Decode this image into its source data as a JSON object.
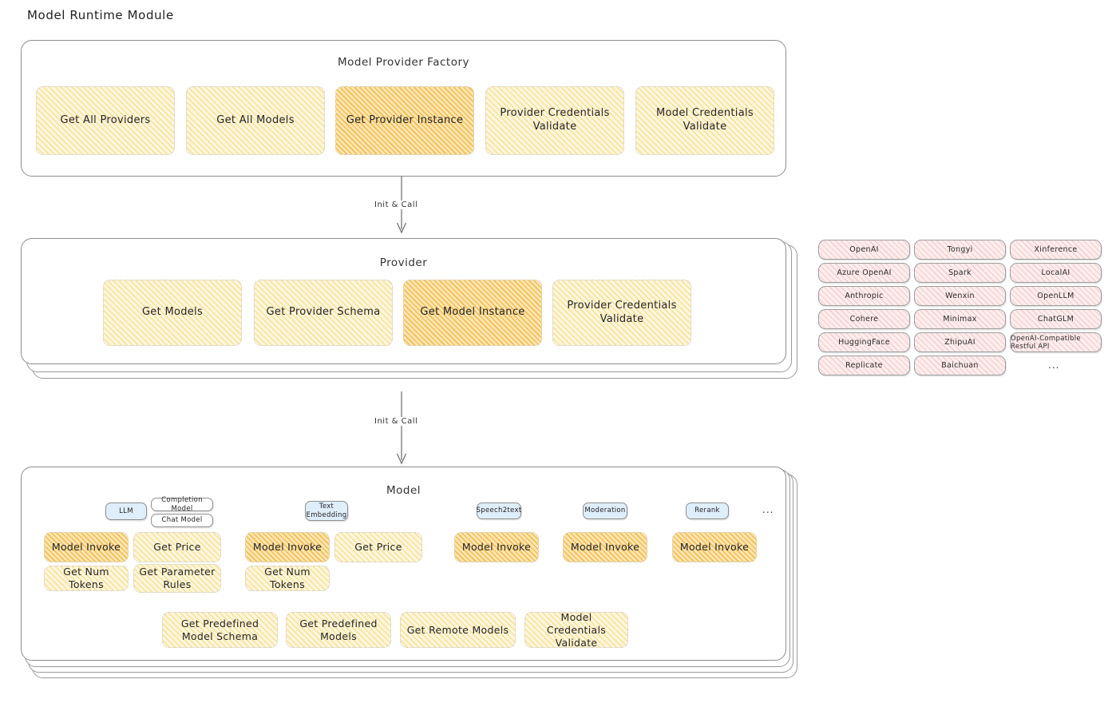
{
  "page": {
    "title": "Model Runtime Module"
  },
  "factory": {
    "title": "Model Provider Factory",
    "items": [
      {
        "label": "Get All Providers",
        "highlighted": false
      },
      {
        "label": "Get All Models",
        "highlighted": false
      },
      {
        "label": "Get Provider Instance",
        "highlighted": true
      },
      {
        "label": "Provider Credentials Validate",
        "highlighted": false
      },
      {
        "label": "Model Credentials Validate",
        "highlighted": false
      }
    ]
  },
  "arrow1": {
    "label": "Init & Call"
  },
  "provider": {
    "title": "Provider",
    "items": [
      {
        "label": "Get Models",
        "highlighted": false
      },
      {
        "label": "Get Provider Schema",
        "highlighted": false
      },
      {
        "label": "Get Model Instance",
        "highlighted": true
      },
      {
        "label": "Provider Credentials Validate",
        "highlighted": false
      }
    ]
  },
  "arrow2": {
    "label": "Init & Call"
  },
  "provider_list": {
    "column1": [
      "OpenAI",
      "Azure OpenAI",
      "Anthropic",
      "Cohere",
      "HuggingFace",
      "Replicate"
    ],
    "column2": [
      "Tongyi",
      "Spark",
      "Wenxin",
      "Minimax",
      "ZhipuAI",
      "Baichuan"
    ],
    "column3": [
      "Xinference",
      "LocalAI",
      "OpenLLM",
      "ChatGLM",
      "OpenAI-Compatible Restful API"
    ],
    "more": "..."
  },
  "model": {
    "title": "Model",
    "more": "...",
    "types": [
      {
        "badge": "LLM",
        "sub_badges": [
          "Completion Model",
          "Chat Model"
        ],
        "actions": [
          {
            "label": "Model Invoke",
            "highlighted": true
          },
          {
            "label": "Get Price",
            "highlighted": false
          },
          {
            "label": "Get Num Tokens",
            "highlighted": false
          },
          {
            "label": "Get Parameter Rules",
            "highlighted": false
          }
        ]
      },
      {
        "badge": "Text Embedding",
        "sub_badges": [],
        "actions": [
          {
            "label": "Model Invoke",
            "highlighted": true
          },
          {
            "label": "Get Price",
            "highlighted": false
          },
          {
            "label": "Get Num Tokens",
            "highlighted": false
          }
        ]
      },
      {
        "badge": "Speech2text",
        "sub_badges": [],
        "actions": [
          {
            "label": "Model Invoke",
            "highlighted": true
          }
        ]
      },
      {
        "badge": "Moderation",
        "sub_badges": [],
        "actions": [
          {
            "label": "Model Invoke",
            "highlighted": true
          }
        ]
      },
      {
        "badge": "Rerank",
        "sub_badges": [],
        "actions": [
          {
            "label": "Model Invoke",
            "highlighted": true
          }
        ]
      }
    ],
    "common_actions": [
      "Get Predefined Model Schema",
      "Get Predefined Models",
      "Get Remote Models",
      "Model Credentials Validate"
    ]
  },
  "colors": {
    "chip_fill": "#fdf6dc",
    "chip_highlight_fill": "#fbe5b4",
    "pill_fill": "#fdeeee",
    "badge_fill": "#dfeefb",
    "border": "#8d8d8d"
  }
}
